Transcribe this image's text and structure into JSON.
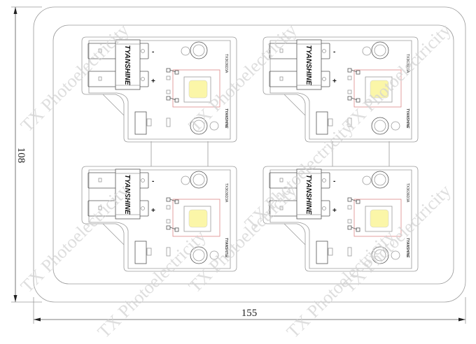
{
  "drawing": {
    "dimensions": {
      "height_label": "108",
      "width_label": "155"
    },
    "module": {
      "brand_label": "TYANSHINE",
      "model_label": "TX3636D3A",
      "small_brand_label": "TYANSHINE",
      "minus_label": "-",
      "plus_label": "+"
    },
    "module_count": 4,
    "watermark_text": "TX Photoelectricity",
    "colors": {
      "led": "#fbf6a8",
      "outline": "#9a9a9a",
      "led_frame": "#dd8888",
      "watermark": "#d4d4d4"
    }
  }
}
